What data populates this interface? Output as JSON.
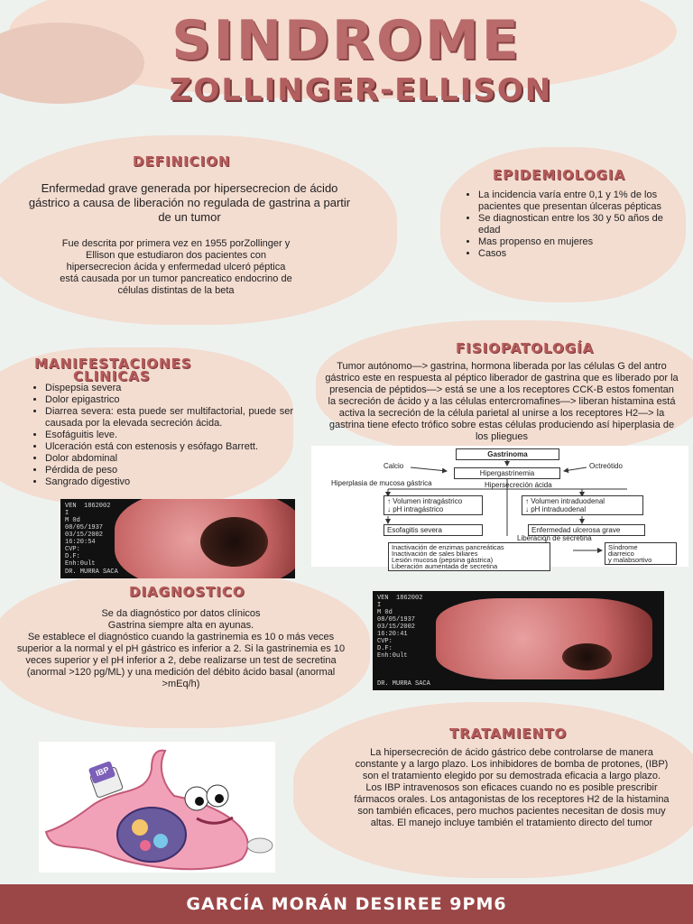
{
  "title": {
    "line1": "SINDROME",
    "line2": "ZOLLINGER-ELLISON"
  },
  "definicion": {
    "heading": "DEFINICION",
    "main": "Enfermedad grave generada por hipersecrecion de ácido gástrico a causa de liberación no regulada de gastrina a partir de un tumor",
    "secondary": "Fue descrita por primera vez en 1955 porZollinger y Ellison  que estudiaron dos pacientes con hipersecrecion ácida y enfermedad ulceró péptica está causada por  un tumor pancreatico endocrino de células distintas de la beta"
  },
  "epidemiologia": {
    "heading": "EPIDEMIOLOGIA",
    "items": [
      "La incidencia varía entre 0,1 y 1% de los pacientes que presentan úlceras pépticas",
      "Se diagnostican entre los 30 y 50 años de edad",
      "Mas propenso en mujeres",
      "Casos"
    ]
  },
  "manifestaciones": {
    "heading1": "MANIFESTACIONES",
    "heading2": "CLINICAS",
    "items": [
      "Dispepsia severa",
      "Dolor epigastrico",
      "Diarrea severa: esta puede ser multifactorial, puede ser causada por la elevada secreción ácida.",
      "Esofáguitis leve.",
      "Ulceración está con estenosis y esófago Barrett.",
      "Dolor abdominal",
      "Pérdida de peso",
      "Sangrado digestivo"
    ]
  },
  "fisiopatologia": {
    "heading": "FISIOPATOLOGÍA",
    "text": "Tumor autónomo—> gastrina, hormona liberada por las células G del antro gástrico este en respuesta al péptico liberador de gastrina que es liberado por la presencia de péptidos—> está se une a los receptores CCK-B estos fomentan la secreción de ácido y a las células entercromafines—> liberan histamina está activa la secreción de la célula parietal al unirse a los receptores H2—> la gastrina tiene efecto trófico sobre estas células produciendo así hiperplasia de los pliegues"
  },
  "diagram": {
    "gastrinoma": "Gastrinoma",
    "calcio": "Calcio",
    "octreotido": "Octreótido",
    "hipergastrinemia": "Hipergastrinemia",
    "hiperplasia": "Hiperplasia de mucosa gástrica",
    "hipersecrecion": "Hipersecreción ácida",
    "left_box": "↑ Volumen intragástrico\n↓ pH intragástrico",
    "right_box": "↑ Volumen intraduodenal\n↓ pH intraduodenal",
    "esofagitis": "Esofagitis severa",
    "ulcerosa": "Enfermedad ulcerosa grave",
    "liberacion": "Liberación de secretina",
    "bottom_box": "Inactivación de enzimas pancreáticas\nInactivación de sales biliares\nLesión mucosa (pepsina gástrica)\nLiberación aumentada de secretina",
    "sindrome": "Síndrome\ndiarreico\ny malabsortivo"
  },
  "photo1": {
    "meta": "VEN  1862002\nI\nM 0d\n08/05/1937\n03/15/2002\n16:20:54\nCVP:\nD.F:\nEnh:0ult",
    "footer": "DR. MURRA SACA"
  },
  "photo2": {
    "meta": "VEN  1862002\nI\nM 0d\n08/05/1937\n03/15/2002\n16:20:41\nCVP:\nD.F:\nEnh:0ult",
    "footer": "DR. MURRA SACA"
  },
  "diagnostico": {
    "heading": "DIAGNOSTICO",
    "text": "Se da diagnóstico por datos clínicos\nGastrina siempre alta en ayunas.\nSe establece el diagnóstico cuando la gastrinemia es 10 o más veces superior a la normal y el pH gástrico es inferior a 2. Si la gastrinemia es 10 veces superior y el pH inferior a 2, debe realizarse un test de secretina (anormal >120 pg/ML) y una medición del débito ácido basal (anormal >mEq/h)"
  },
  "tratamiento": {
    "heading": "TRATAMIENTO",
    "text": "La hipersecreción de ácido gástrico debe controlarse de manera constante y a largo plazo. Los inhibidores de bomba de protones, (IBP) son el tratamiento elegido por su demostrada eficacia a largo plazo. Los IBP intravenosos son eficaces cuando no es posible prescribir fármacos orales. Los antagonistas de los receptores H2 de la histamina son también eficaces, pero muchos pacientes necesitan de dosis muy altas. El manejo incluye también el tratamiento directo del tumor"
  },
  "cartoon": {
    "pill_label": "IBP"
  },
  "footer": {
    "author": "GARCÍA MORÁN DESIREE 9PM6"
  }
}
